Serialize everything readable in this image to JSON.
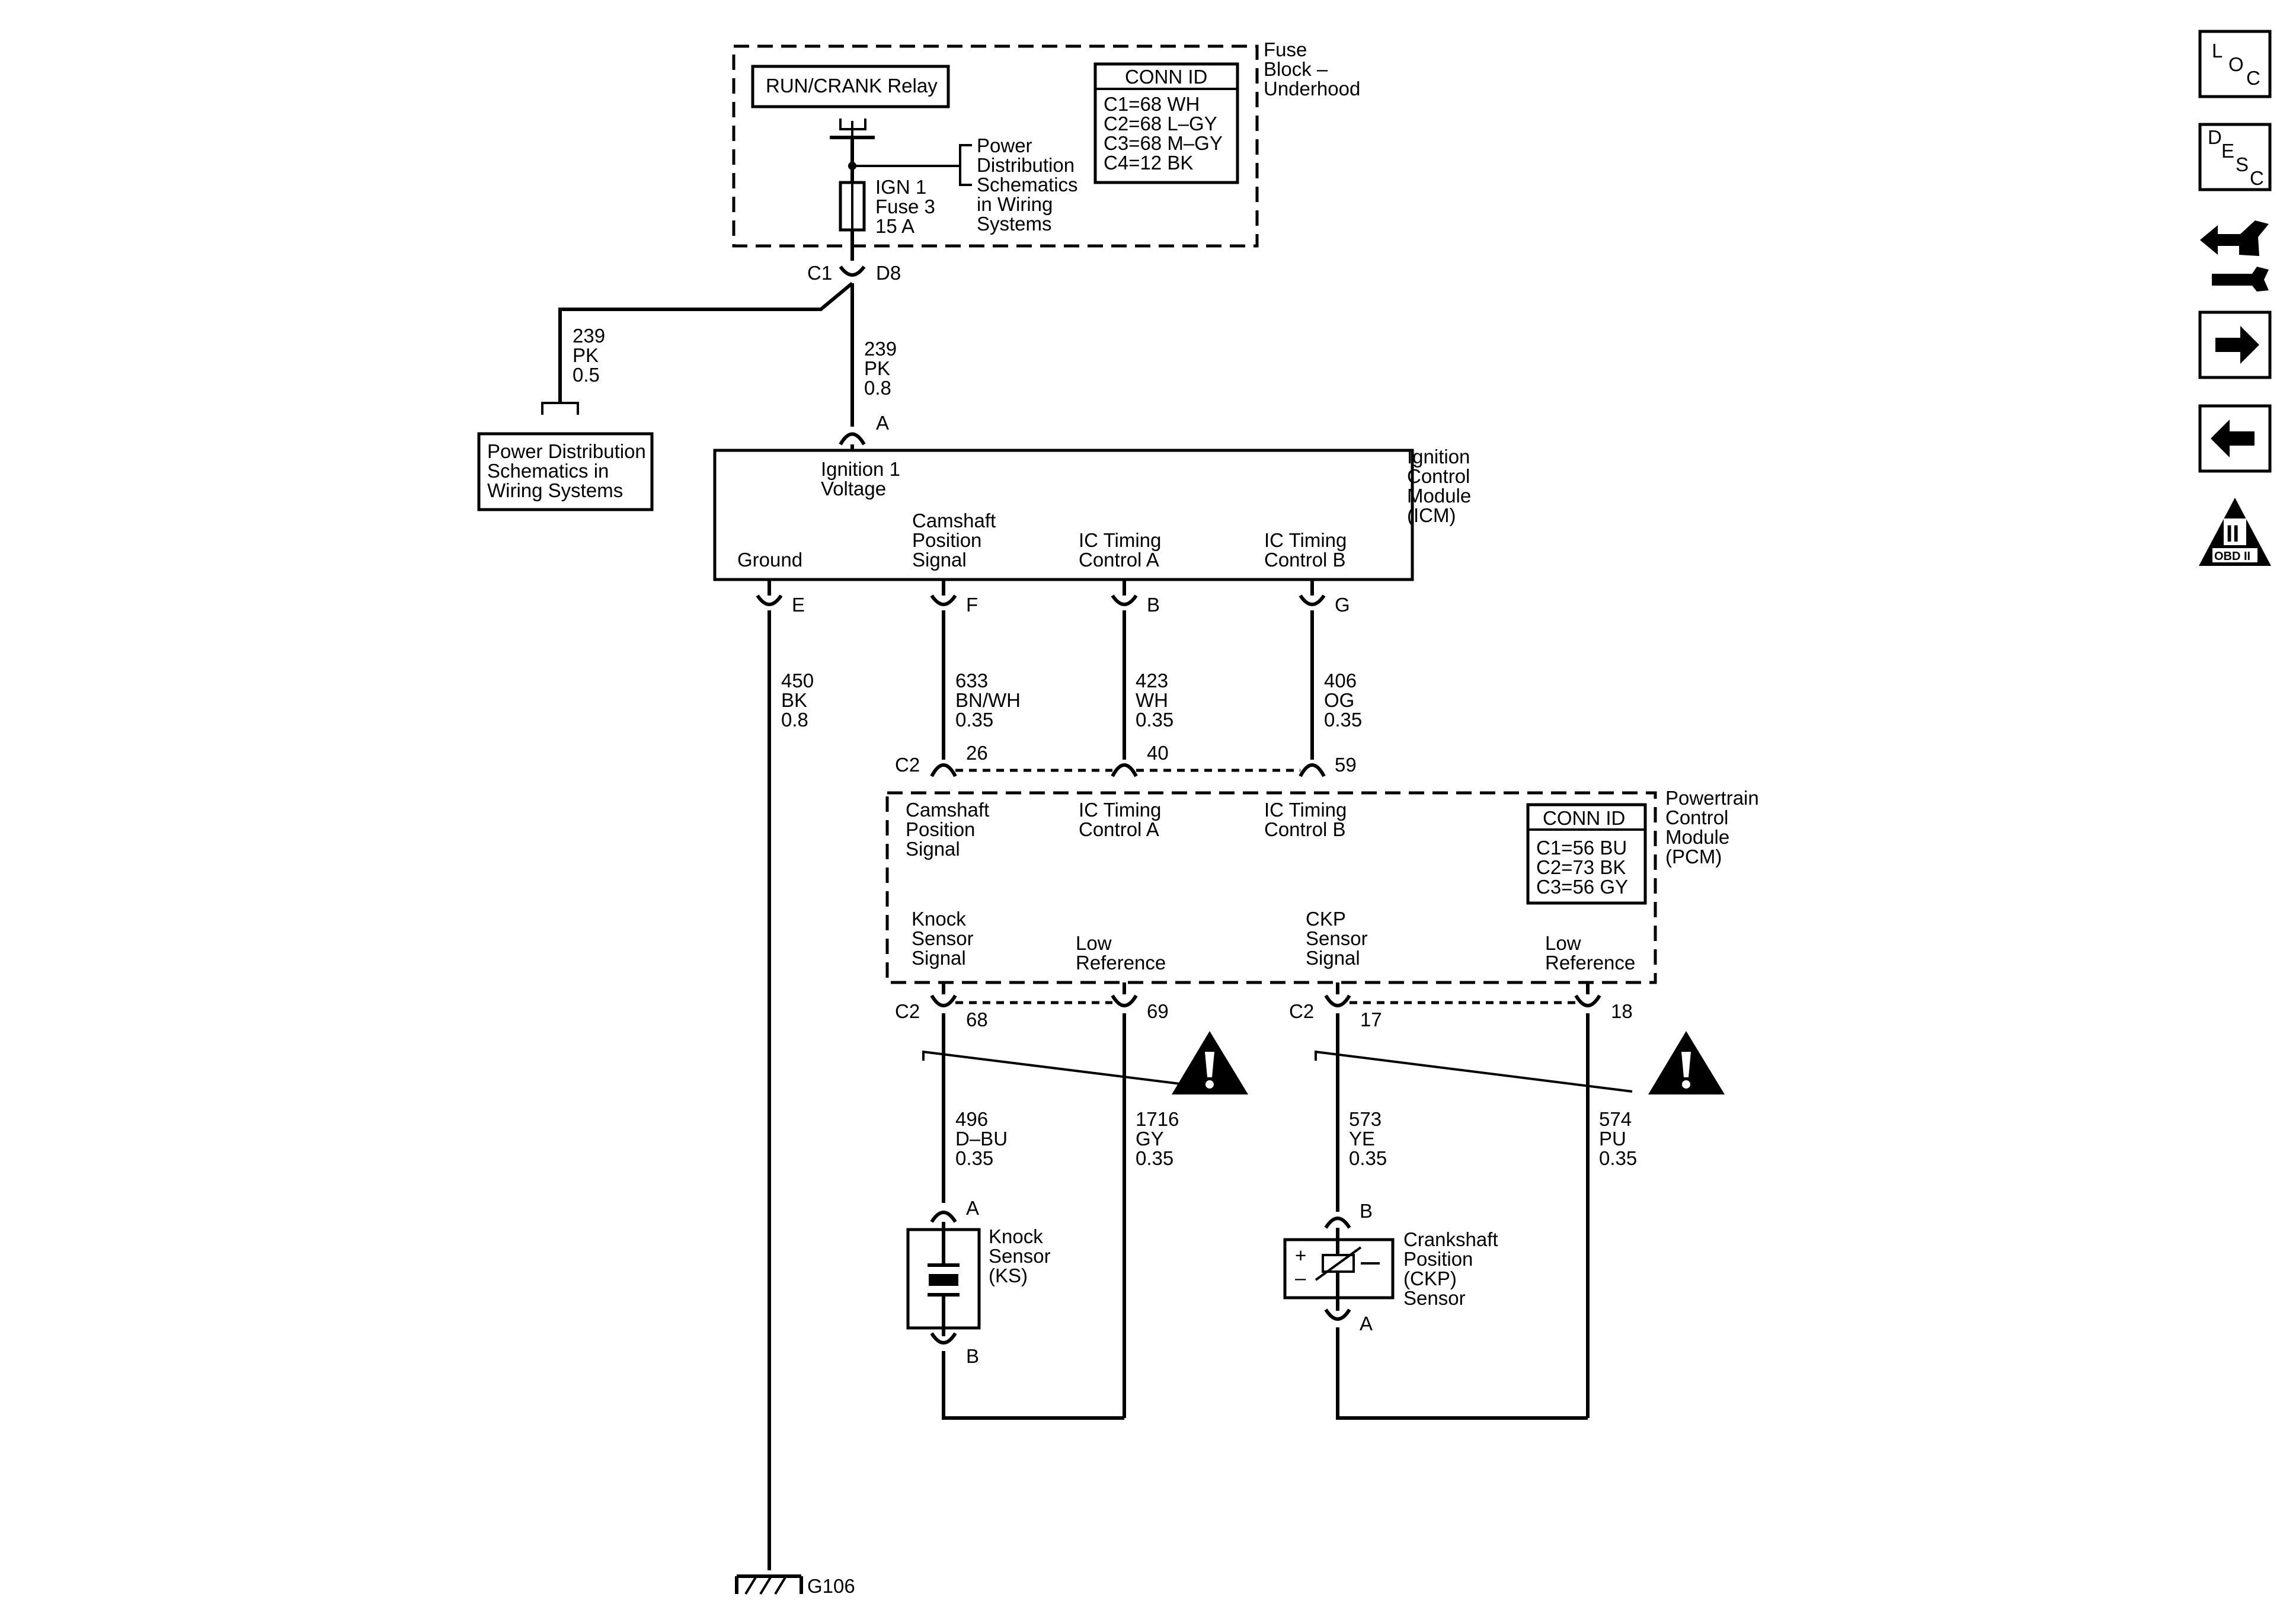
{
  "fuse_block": {
    "title": [
      "Fuse",
      "Block –",
      "Underhood"
    ],
    "relay": "RUN/CRANK Relay",
    "fuse": [
      "IGN 1",
      "Fuse 3",
      "15 A"
    ],
    "pd_ref": [
      "Power",
      "Distribution",
      "Schematics",
      "in Wiring",
      "Systems"
    ],
    "conn_id": {
      "header": "CONN ID",
      "rows": [
        "C1=68 WH",
        "C2=68 L–GY",
        "C3=68 M–GY",
        "C4=12 BK"
      ]
    },
    "connector": "C1",
    "pin": "D8"
  },
  "power_dist_box": [
    "Power Distribution",
    "Schematics in",
    "Wiring Systems"
  ],
  "wires": {
    "w239a": [
      "239",
      "PK",
      "0.5"
    ],
    "w239b": [
      "239",
      "PK",
      "0.8"
    ],
    "w450": [
      "450",
      "BK",
      "0.8"
    ],
    "w633": [
      "633",
      "BN/WH",
      "0.35"
    ],
    "w423": [
      "423",
      "WH",
      "0.35"
    ],
    "w406": [
      "406",
      "OG",
      "0.35"
    ],
    "w496": [
      "496",
      "D–BU",
      "0.35"
    ],
    "w1716": [
      "1716",
      "GY",
      "0.35"
    ],
    "w573": [
      "573",
      "YE",
      "0.35"
    ],
    "w574": [
      "574",
      "PU",
      "0.35"
    ]
  },
  "icm": {
    "title": [
      "Ignition",
      "Control",
      "Module",
      "(ICM)"
    ],
    "ign_label": [
      "Ignition 1",
      "Voltage"
    ],
    "pin_a": "A",
    "ground": "Ground",
    "cam": [
      "Camshaft",
      "Position",
      "Signal"
    ],
    "ica": [
      "IC Timing",
      "Control A"
    ],
    "icb": [
      "IC Timing",
      "Control B"
    ],
    "pins": [
      "E",
      "F",
      "B",
      "G"
    ]
  },
  "pcm": {
    "title": [
      "Powertrain",
      "Control",
      "Module",
      "(PCM)"
    ],
    "conn_id": {
      "header": "CONN ID",
      "rows": [
        "C1=56 BU",
        "C2=73 BK",
        "C3=56 GY"
      ]
    },
    "cam": [
      "Camshaft",
      "Position",
      "Signal"
    ],
    "ica": [
      "IC Timing",
      "Control A"
    ],
    "icb": [
      "IC Timing",
      "Control B"
    ],
    "knock": [
      "Knock",
      "Sensor",
      "Signal"
    ],
    "low1": [
      "Low",
      "Reference"
    ],
    "ckp": [
      "CKP",
      "Sensor",
      "Signal"
    ],
    "low2": [
      "Low",
      "Reference"
    ],
    "c2": "C2",
    "top_pins": [
      "26",
      "40",
      "59"
    ],
    "bottom_pins": [
      "68",
      "69",
      "17",
      "18"
    ]
  },
  "knock_sensor": {
    "label": [
      "Knock",
      "Sensor",
      "(KS)"
    ],
    "pin_a": "A",
    "pin_b": "B"
  },
  "ckp_sensor": {
    "label": [
      "Crankshaft",
      "Position",
      "(CKP)",
      "Sensor"
    ],
    "pin_b": "B",
    "pin_a": "A",
    "plus": "+",
    "minus": "–"
  },
  "ground": {
    "label": "G106"
  },
  "nav": {
    "loc": [
      "L",
      "O",
      "C"
    ],
    "desc": [
      "D",
      "E",
      "S",
      "C"
    ],
    "obd": [
      "II",
      "OBD II"
    ],
    "icons": [
      "loc-icon",
      "desc-icon",
      "connector-wrench-icon",
      "next-arrow-icon",
      "previous-arrow-icon",
      "obd-ii-icon"
    ]
  }
}
